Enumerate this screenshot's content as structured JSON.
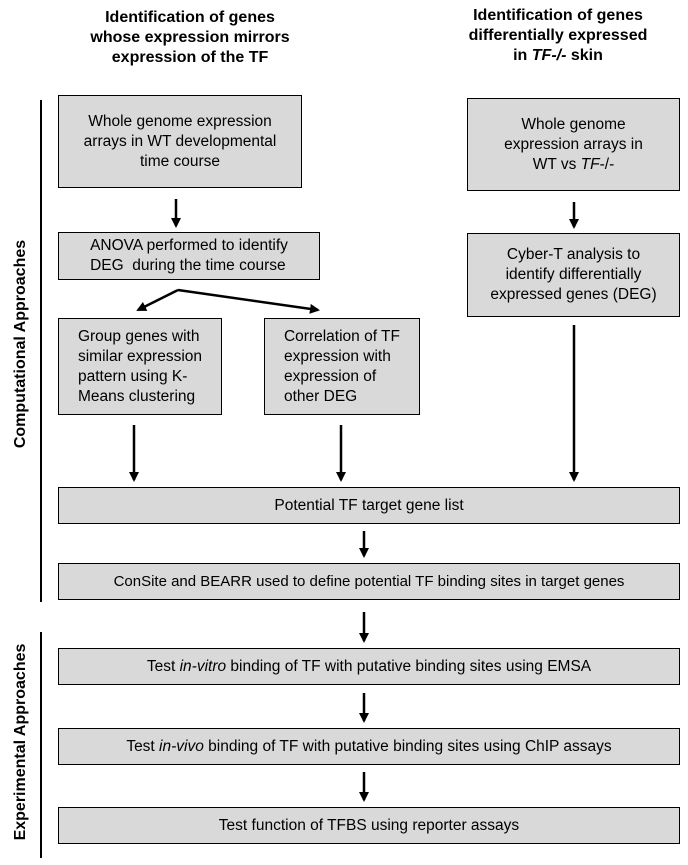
{
  "headers": {
    "left": [
      "Identification of genes",
      "whose expression mirrors",
      "expression of the TF"
    ],
    "right_line1": "Identification of genes",
    "right_line2": "differentially expressed",
    "right_line3_prefix": "in ",
    "right_line3_italic": "TF-/-",
    "right_line3_suffix": " skin"
  },
  "side_labels": {
    "computational": "Computational Approaches",
    "experimental": "Experimental Approaches"
  },
  "boxes": {
    "wt_arrays": [
      "Whole genome expression",
      "arrays in WT developmental",
      "time course"
    ],
    "anova": [
      "ANOVA performed to identify",
      "DEG  during the time course"
    ],
    "kmeans": [
      "Group genes with",
      "similar expression",
      "pattern using K-",
      "Means clustering"
    ],
    "correlation": [
      "Correlation of TF",
      "expression with",
      "expression of",
      "other DEG"
    ],
    "wt_vs_ko_line1": "Whole genome",
    "wt_vs_ko_line2": "expression arrays in",
    "wt_vs_ko_line3_prefix": "WT vs ",
    "wt_vs_ko_line3_italic": "TF",
    "wt_vs_ko_line3_suffix": "-/-",
    "cybert": [
      "Cyber-T analysis to",
      "identify differentially",
      "expressed genes (DEG)"
    ],
    "target_list": "Potential TF target gene list",
    "consite": "ConSite and BEARR used to define potential TF binding sites in target genes",
    "emsa_prefix": "Test ",
    "emsa_italic": "in-vitro",
    "emsa_suffix": " binding of TF with putative binding sites using EMSA",
    "chip_prefix": "Test ",
    "chip_italic": "in-vivo",
    "chip_suffix": " binding of TF with putative binding sites using ChIP assays",
    "reporter": "Test function of TFBS using reporter assays"
  }
}
